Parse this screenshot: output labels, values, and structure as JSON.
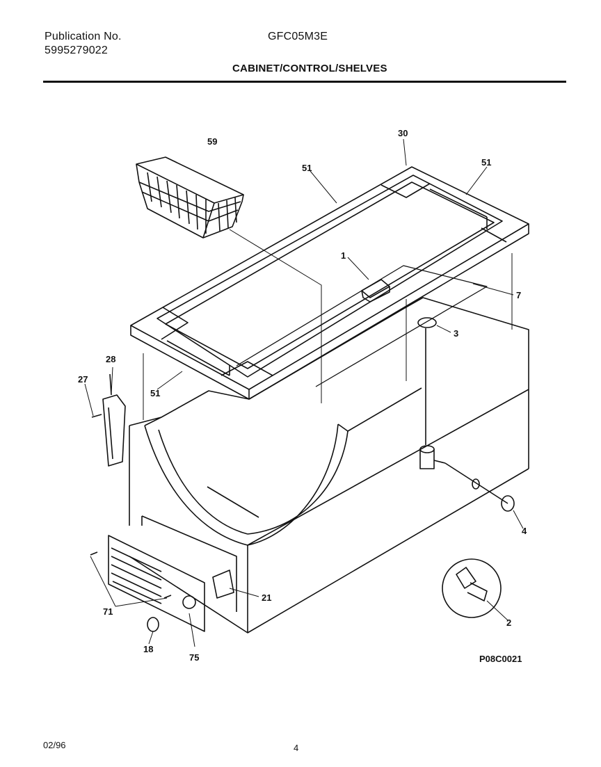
{
  "header": {
    "publication_label": "Publication No.",
    "publication_number": "5995279022",
    "model": "GFC05M3E",
    "section_title": "CABINET/CONTROL/SHELVES"
  },
  "callouts": {
    "c1": "1",
    "c2": "2",
    "c3": "3",
    "c4": "4",
    "c7": "7",
    "c18": "18",
    "c21": "21",
    "c27": "27",
    "c28": "28",
    "c30": "30",
    "c51a": "51",
    "c51b": "51",
    "c51c": "51",
    "c59": "59",
    "c71": "71",
    "c75": "75"
  },
  "diagram_code": "P08C0021",
  "footer": {
    "date": "02/96",
    "page": "4"
  }
}
